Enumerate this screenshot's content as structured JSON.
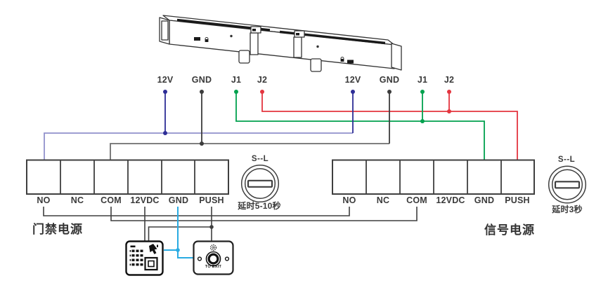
{
  "colors": {
    "wire_blue": "#2d2d96",
    "wire_blue_light": "#9191cc",
    "wire_black": "#3c3c3c",
    "wire_gray": "#6e6e6e",
    "wire_green": "#00a14e",
    "wire_red": "#e4353f",
    "wire_cyan": "#29abe2",
    "wire_dark": "#3f3f3f",
    "outline": "#3f3f3f"
  },
  "lock_connectors": {
    "left": [
      "12V",
      "GND",
      "J1",
      "J2"
    ],
    "right": [
      "12V",
      "GND",
      "J1",
      "J2"
    ]
  },
  "terminal_blocks": {
    "left": {
      "labels": [
        "NO",
        "NC",
        "COM",
        "12VDC",
        "GND",
        "PUSH"
      ],
      "caption": "门禁电源"
    },
    "right": {
      "labels": [
        "NO",
        "NC",
        "COM",
        "12VDC",
        "GND",
        "PUSH"
      ],
      "caption": "信号电源"
    }
  },
  "timers": {
    "left": {
      "label": "S--L",
      "delay": "延时5-10秒"
    },
    "right": {
      "label": "S--L",
      "delay": "延时3秒"
    }
  },
  "exit_button": {
    "label": "TO EXIT"
  }
}
